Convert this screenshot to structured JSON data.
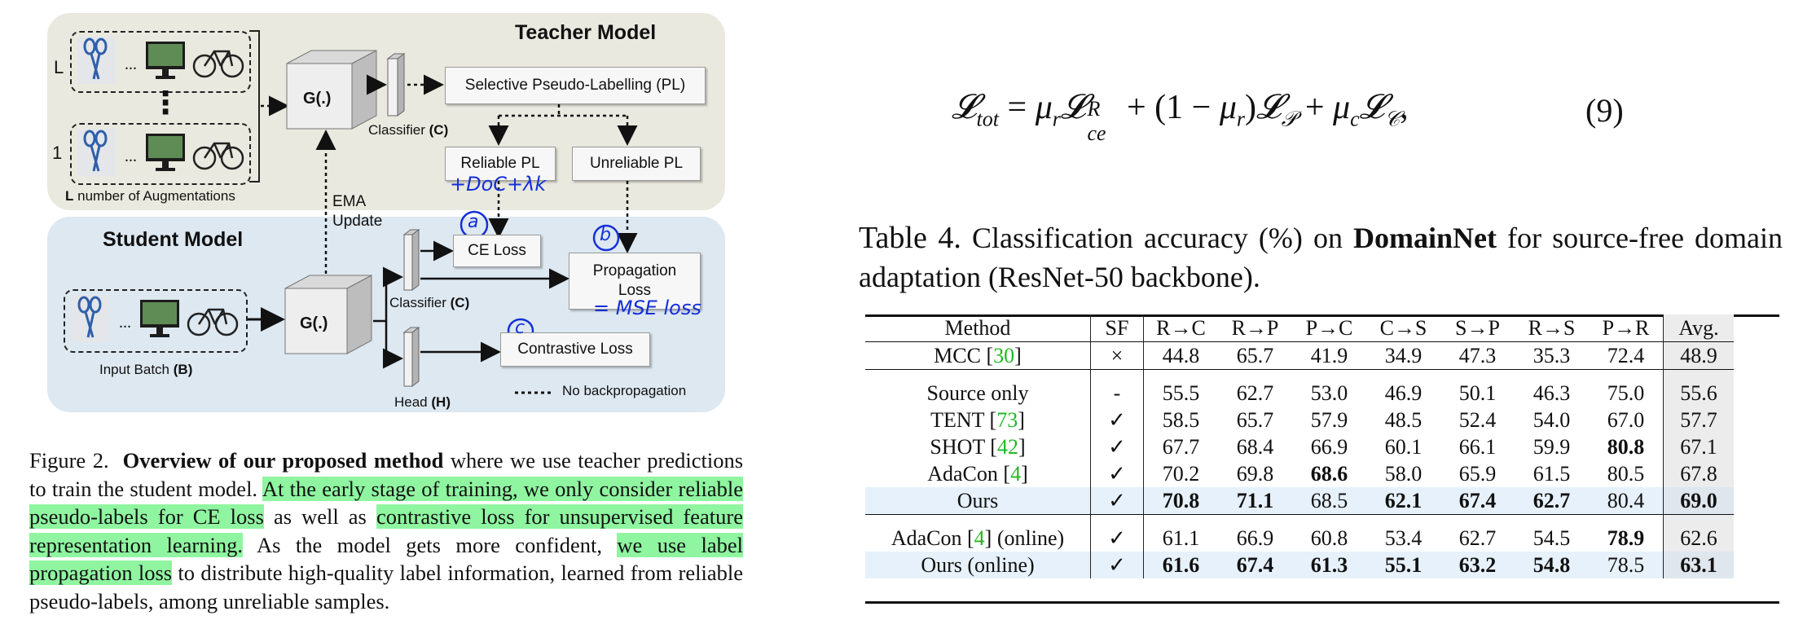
{
  "figure": {
    "teacher_title": "Teacher Model",
    "student_title": "Student Model",
    "aug_label_top": "L",
    "aug_label_bottom": "1",
    "dots": "...",
    "vdots": "⋮",
    "aug_caption_bold": "L",
    "aug_caption_rest": " number of Augmentations",
    "encoder_label": "G(.)",
    "classifier_label": "Classifier",
    "classifier_symbol": "(C)",
    "head_label": "Head",
    "head_symbol": "(H)",
    "input_batch_label": "Input Batch",
    "input_batch_symbol": "(B)",
    "ema_label": "EMA\nUpdate",
    "selective_pl": "Selective Pseudo-Labelling (PL)",
    "reliable_pl": "Reliable PL",
    "unreliable_pl": "Unreliable PL",
    "ce_loss": "CE Loss",
    "propagation_loss": "Propagation\nLoss",
    "contrastive_loss": "Contrastive Loss",
    "no_backprop": "No backpropagation",
    "annotations": {
      "doc": "+DoC+λk",
      "a": "a",
      "b": "b",
      "c": "c",
      "mse": "= MSE loss"
    },
    "colors": {
      "teacher_bg": "#e9e9df",
      "student_bg": "#dde8f1",
      "annotation_ink": "#1530d8"
    }
  },
  "caption": {
    "label": "Figure 2.",
    "title": "Overview of our proposed method",
    "t1": " where we use teacher predictions to train the student model. ",
    "h1": "At the early stage of training, we only consider reliable pseudo-labels for CE loss",
    "t2": " as well as ",
    "h2": "contrastive loss for unsupervised feature representation learning.",
    "t3": " As the model gets more confident, ",
    "h3": "we use label propagation loss",
    "t4": " to distribute high-quality label information, learned from reliable pseudo-labels, among unreliable samples.",
    "highlight_color": "#8ff5a0"
  },
  "equation": {
    "number": "(9)"
  },
  "table_caption": {
    "label": "Table 4.",
    "t1": " Classification accuracy (%) on ",
    "bold": "DomainNet",
    "t2": " for source-free domain adaptation (ResNet-50 backbone)."
  },
  "table": {
    "headers": [
      "Method",
      "SF",
      "R→C",
      "R→P",
      "P→C",
      "C→S",
      "S→P",
      "R→S",
      "P→R",
      "Avg."
    ],
    "rows": [
      {
        "method": "MCC",
        "cite": "30",
        "sf": "×",
        "values": [
          "44.8",
          "65.7",
          "41.9",
          "34.9",
          "47.3",
          "35.3",
          "72.4",
          "48.9"
        ],
        "bold": []
      },
      {
        "method": "Source only",
        "cite": "",
        "sf": "-",
        "values": [
          "55.5",
          "62.7",
          "53.0",
          "46.9",
          "50.1",
          "46.3",
          "75.0",
          "55.6"
        ],
        "bold": []
      },
      {
        "method": "TENT",
        "cite": "73",
        "sf": "✓",
        "values": [
          "58.5",
          "65.7",
          "57.9",
          "48.5",
          "52.4",
          "54.0",
          "67.0",
          "57.7"
        ],
        "bold": []
      },
      {
        "method": "SHOT",
        "cite": "42",
        "sf": "✓",
        "values": [
          "67.7",
          "68.4",
          "66.9",
          "60.1",
          "66.1",
          "59.9",
          "80.8",
          "67.1"
        ],
        "bold": [
          6
        ]
      },
      {
        "method": "AdaCon",
        "cite": "4",
        "sf": "✓",
        "values": [
          "70.2",
          "69.8",
          "68.6",
          "58.0",
          "65.9",
          "61.5",
          "80.5",
          "67.8"
        ],
        "bold": [
          2
        ]
      },
      {
        "method": "Ours",
        "cite": "",
        "sf": "✓",
        "values": [
          "70.8",
          "71.1",
          "68.5",
          "62.1",
          "67.4",
          "62.7",
          "80.4",
          "69.0"
        ],
        "bold": [
          0,
          1,
          3,
          4,
          5,
          7
        ],
        "highlight": true
      },
      {
        "method": "AdaCon",
        "cite": "4",
        "suffix": " (online)",
        "sf": "✓",
        "values": [
          "61.1",
          "66.9",
          "60.8",
          "53.4",
          "62.7",
          "54.5",
          "78.9",
          "62.6"
        ],
        "bold": [
          6
        ]
      },
      {
        "method": "Ours (online)",
        "cite": "",
        "sf": "✓",
        "values": [
          "61.6",
          "67.4",
          "61.3",
          "55.1",
          "63.2",
          "54.8",
          "78.5",
          "63.1"
        ],
        "bold": [
          0,
          1,
          2,
          3,
          4,
          5,
          7
        ],
        "highlight": true
      }
    ]
  }
}
